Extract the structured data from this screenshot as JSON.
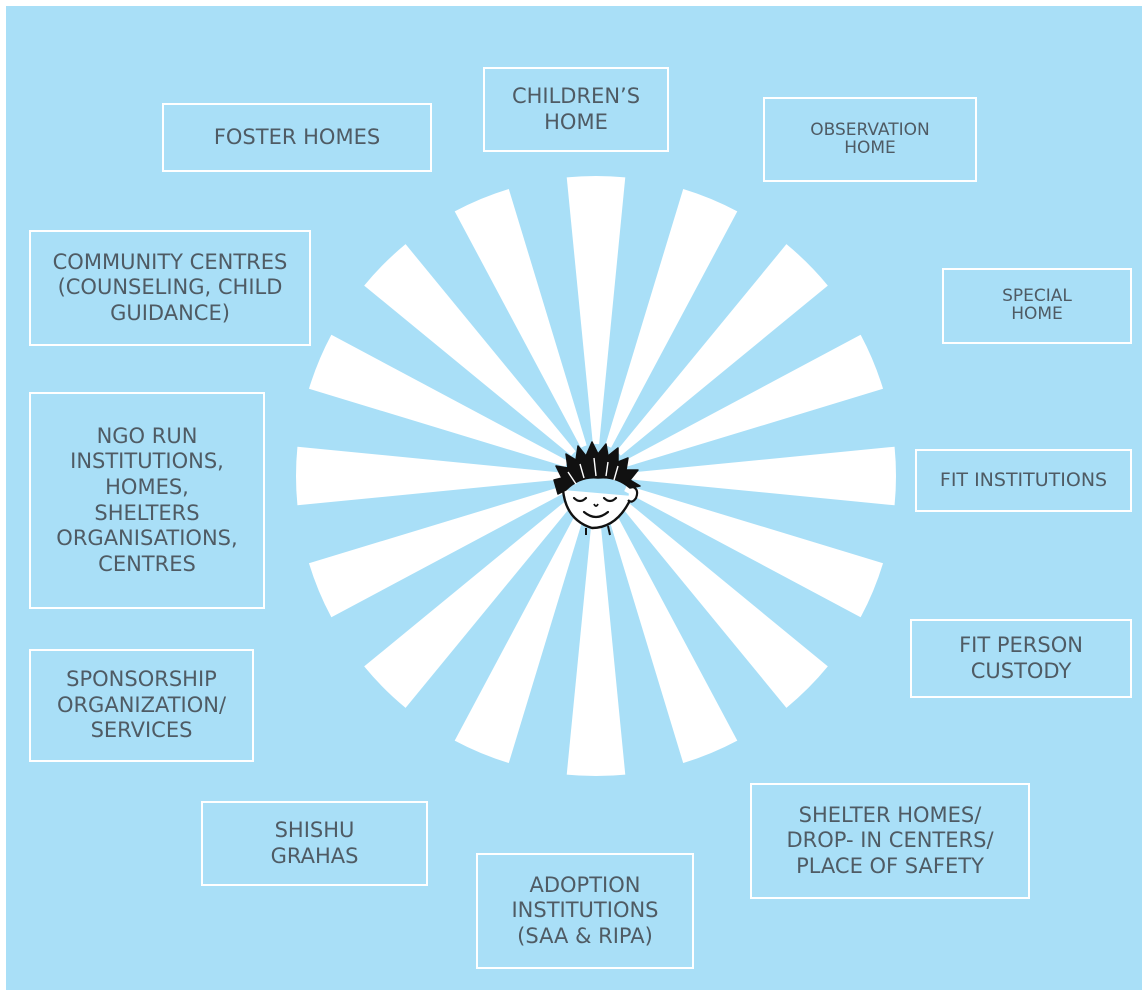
{
  "theme": {
    "background": "#a9dff7",
    "ray_color": "#ffffff",
    "box_border": "#ffffff",
    "text_color": "#4f5b64"
  },
  "center": {
    "icon": "child-face-icon",
    "ray_count": 16
  },
  "nodes": {
    "childrens_home": "CHILDREN’S\nHOME",
    "foster_homes": "FOSTER HOMES",
    "observation_home": "OBSERVATION\nHOME",
    "community_centres": "COMMUNITY CENTRES\n(COUNSELING, CHILD\nGUIDANCE)",
    "special_home": "SPECIAL\nHOME",
    "ngo_run": "NGO RUN\nINSTITUTIONS,\nHOMES,\nSHELTERS\nORGANISATIONS,\nCENTRES",
    "fit_institutions": "FIT INSTITUTIONS",
    "fit_person_custody": "FIT PERSON\nCUSTODY",
    "sponsorship": "SPONSORSHIP\nORGANIZATION/\nSERVICES",
    "shishu_grahas": "SHISHU\nGRAHAS",
    "shelter_homes": "SHELTER HOMES/\nDROP- IN CENTERS/\nPLACE OF SAFETY",
    "adoption_institutions": "ADOPTION\nINSTITUTIONS\n(SAA & RIPA)"
  }
}
